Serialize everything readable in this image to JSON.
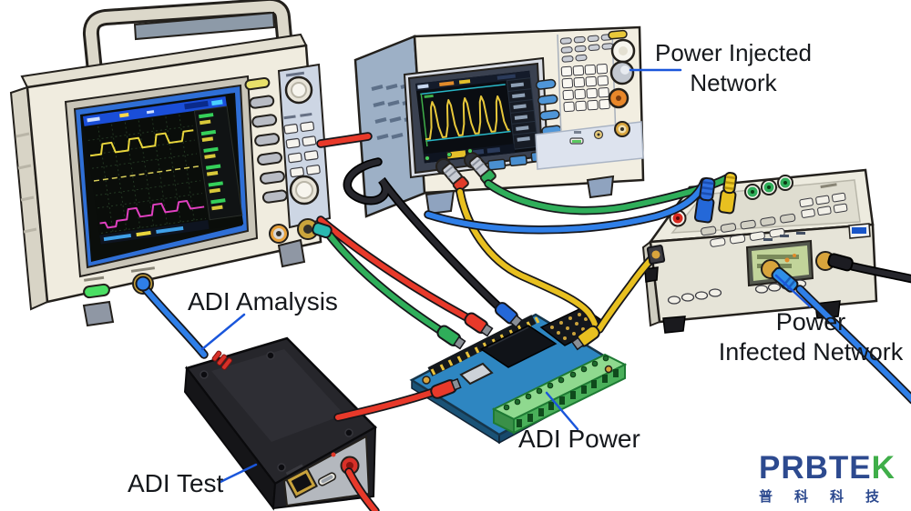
{
  "labels": {
    "power_injected": {
      "line1": "Power Injected",
      "line2": "Network"
    },
    "adi_amalysis": "ADI Amalysis",
    "power_infected": {
      "line1": "Power",
      "line2": "Infected Network"
    },
    "adi_power": "ADI Power",
    "adi_test": "ADI Test"
  },
  "logo": {
    "brand_prefix": "PRBTE",
    "brand_accent": "K",
    "subtext": "普科科技",
    "brand_color": "#2d4a8f",
    "accent_color": "#3fae49"
  },
  "palette": {
    "leader_line": "#1a56db",
    "cable_red": "#e8392a",
    "cable_green": "#2fae5a",
    "cable_blue": "#2f7fe8",
    "cable_yellow": "#e8c020",
    "cable_black": "#26262c",
    "board_blue": "#2e86c1",
    "scope_trace_yellow": "#e8d53c",
    "scope_trace_magenta": "#e040c0",
    "generator_trace_yellow": "#e8c83a"
  }
}
